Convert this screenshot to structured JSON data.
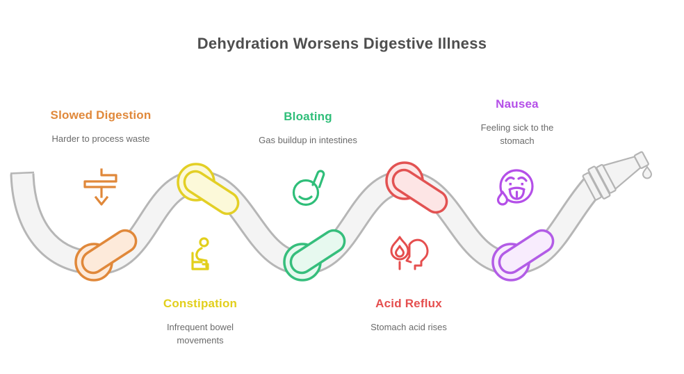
{
  "title": "Dehydration Worsens Digestive Illness",
  "title_color": "#4e4e4e",
  "description_color": "#6a6a6a",
  "hose": {
    "fill_color": "#f4f4f4",
    "outline_color": "#b6b6b6",
    "end_left": "cut-hose-end",
    "end_right": "nozzle-with-drip"
  },
  "items": [
    {
      "label": "Slowed Digestion",
      "description": "Harder to process waste",
      "color": "#e0883a",
      "icon": "zigzag-down-arrow-icon",
      "knot": "orange-knot"
    },
    {
      "label": "Constipation",
      "description": "Infrequent bowel movements",
      "color": "#e2cf1b",
      "icon": "person-on-toilet-icon",
      "knot": "yellow-knot"
    },
    {
      "label": "Bloating",
      "description": "Gas buildup in intestines",
      "color": "#2fbe79",
      "icon": "inflated-balloon-icon",
      "knot": "green-knot"
    },
    {
      "label": "Acid Reflux",
      "description": "Stomach acid rises",
      "color": "#e54e4e",
      "icon": "flame-and-head-icon",
      "knot": "red-knot"
    },
    {
      "label": "Nausea",
      "description": "Feeling sick to the stomach",
      "color": "#b44fe8",
      "icon": "nauseated-face-icon",
      "knot": "purple-knot"
    }
  ]
}
